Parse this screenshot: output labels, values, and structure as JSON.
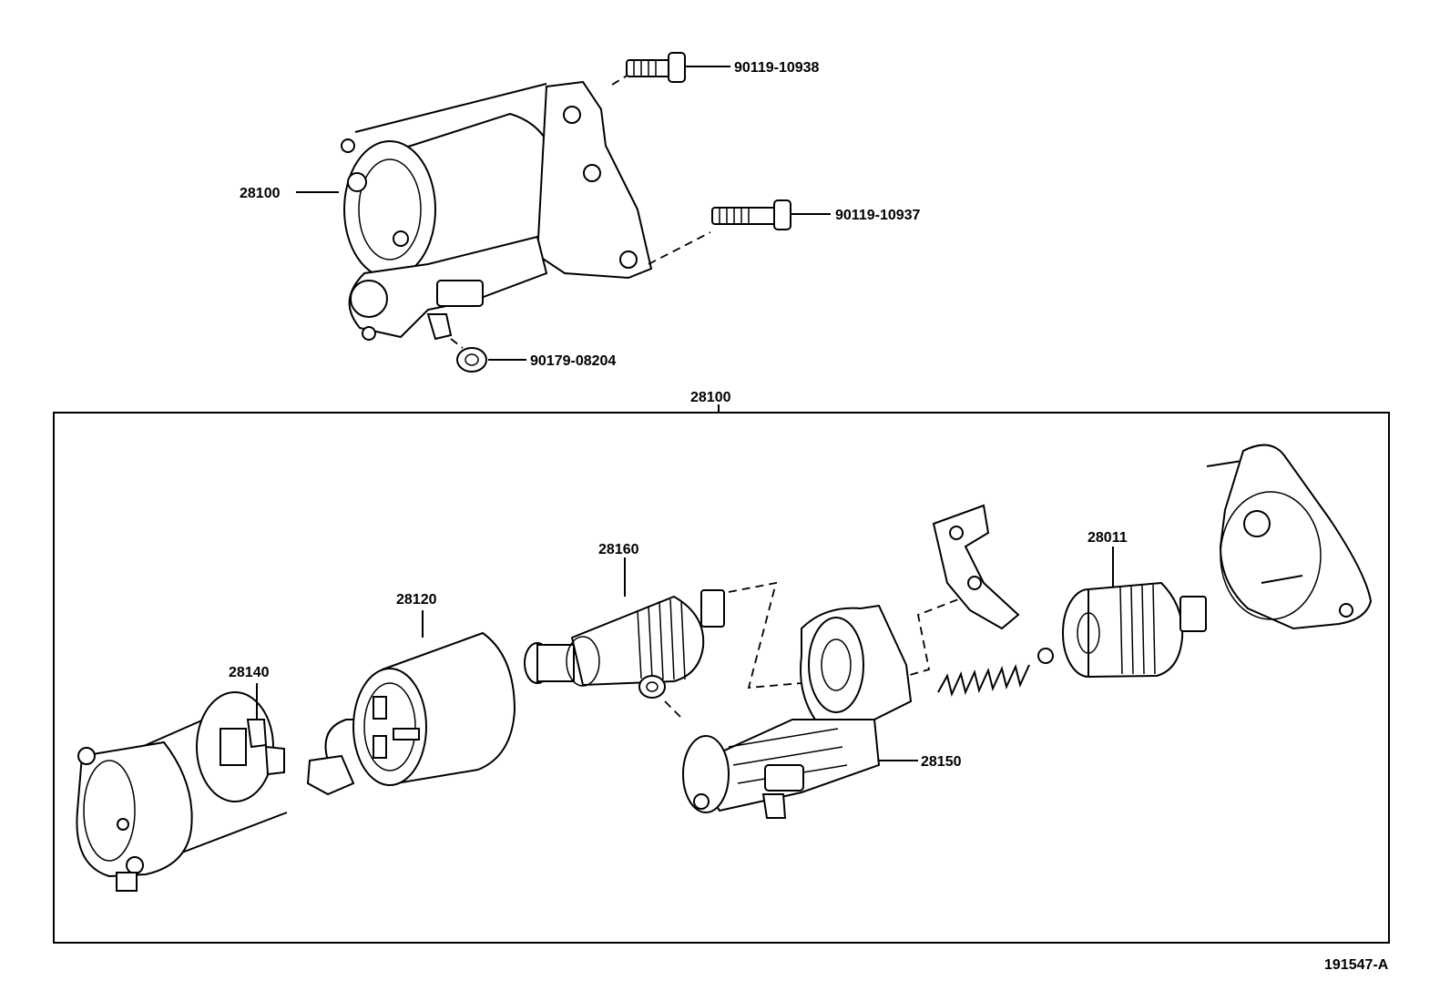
{
  "labels": {
    "starter_top": "28100",
    "bolt_upper": "90119-10938",
    "bolt_lower": "90119-10937",
    "nut": "90179-08204",
    "assembly": "28100",
    "yoke": "28120",
    "armature": "28160",
    "brush_holder": "28140",
    "drive_clutch": "28011",
    "field_housing": "28150",
    "figure_id": "191547-A"
  }
}
